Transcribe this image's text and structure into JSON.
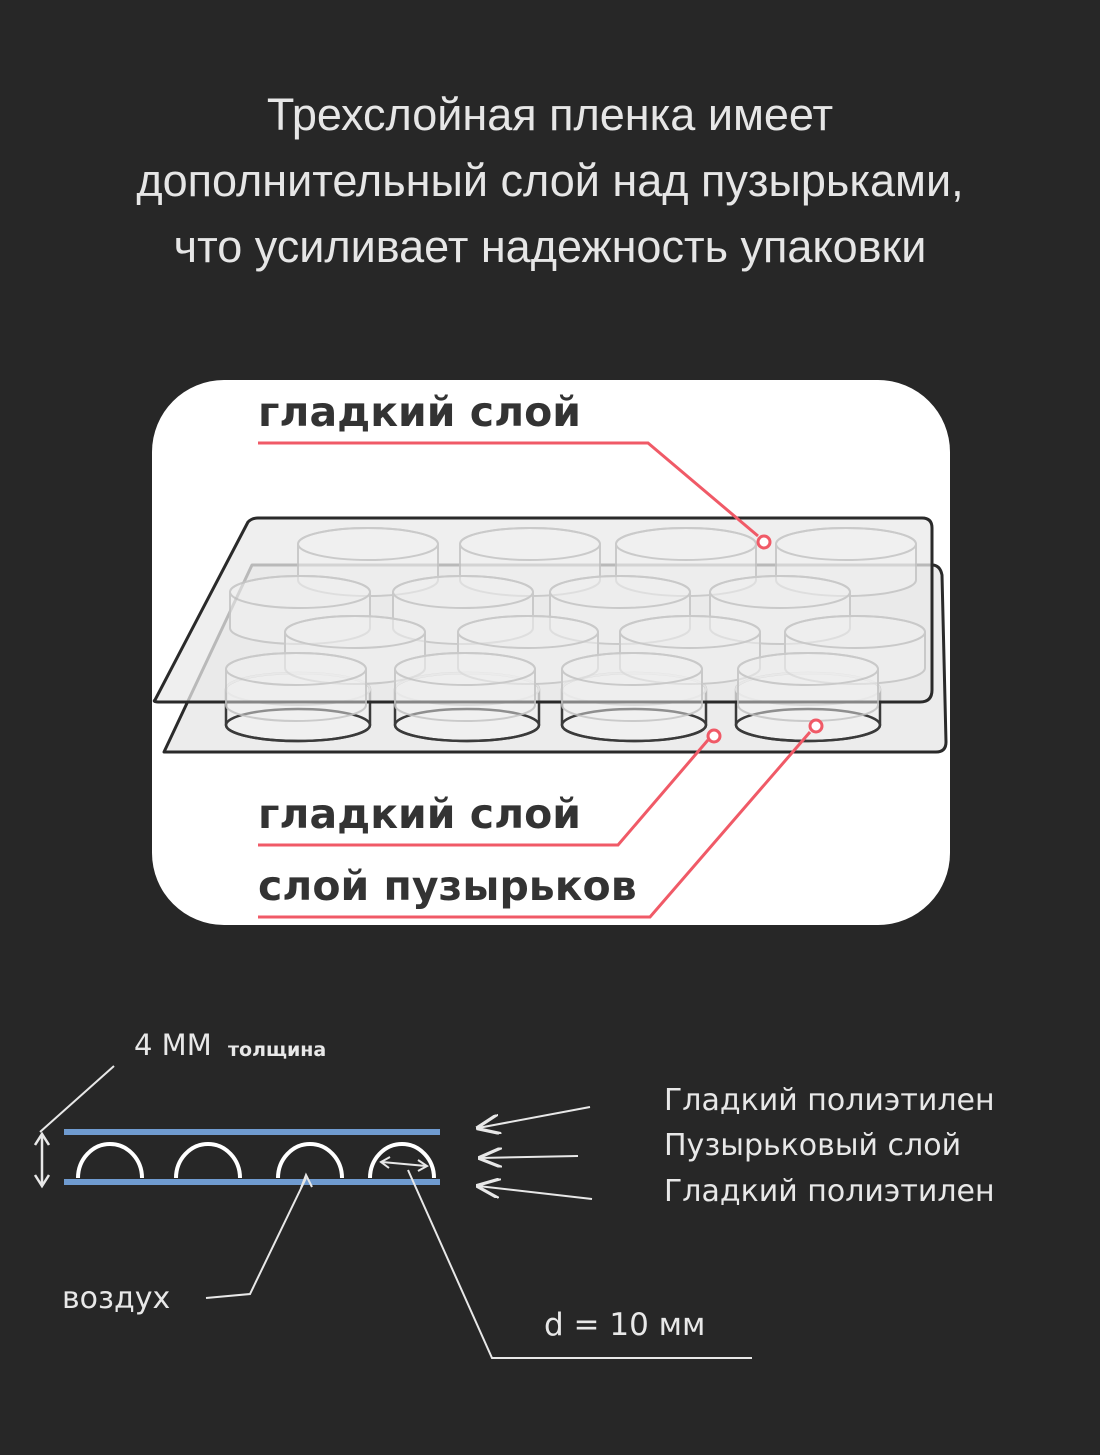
{
  "headline": {
    "line1": "Трехслойная пленка имеет",
    "line2": "дополнительный слой над пузырьками,",
    "line3": "что усиливает надежность упаковки"
  },
  "layer_diagram": {
    "top_label": "гладкий слой",
    "bottom_label": "гладкий слой",
    "bubble_label": "слой пузырьков",
    "accent_color": "#f05a67"
  },
  "cross_section": {
    "thickness_value": "4 ММ",
    "thickness_caption": "толщина",
    "layers": [
      "Гладкий полиэтилен",
      "Пузырьковый слой",
      "Гладкий полиэтилен"
    ],
    "air_label": "воздух",
    "diameter_label": "d = 10 мм",
    "film_color": "#6f9bd0"
  }
}
